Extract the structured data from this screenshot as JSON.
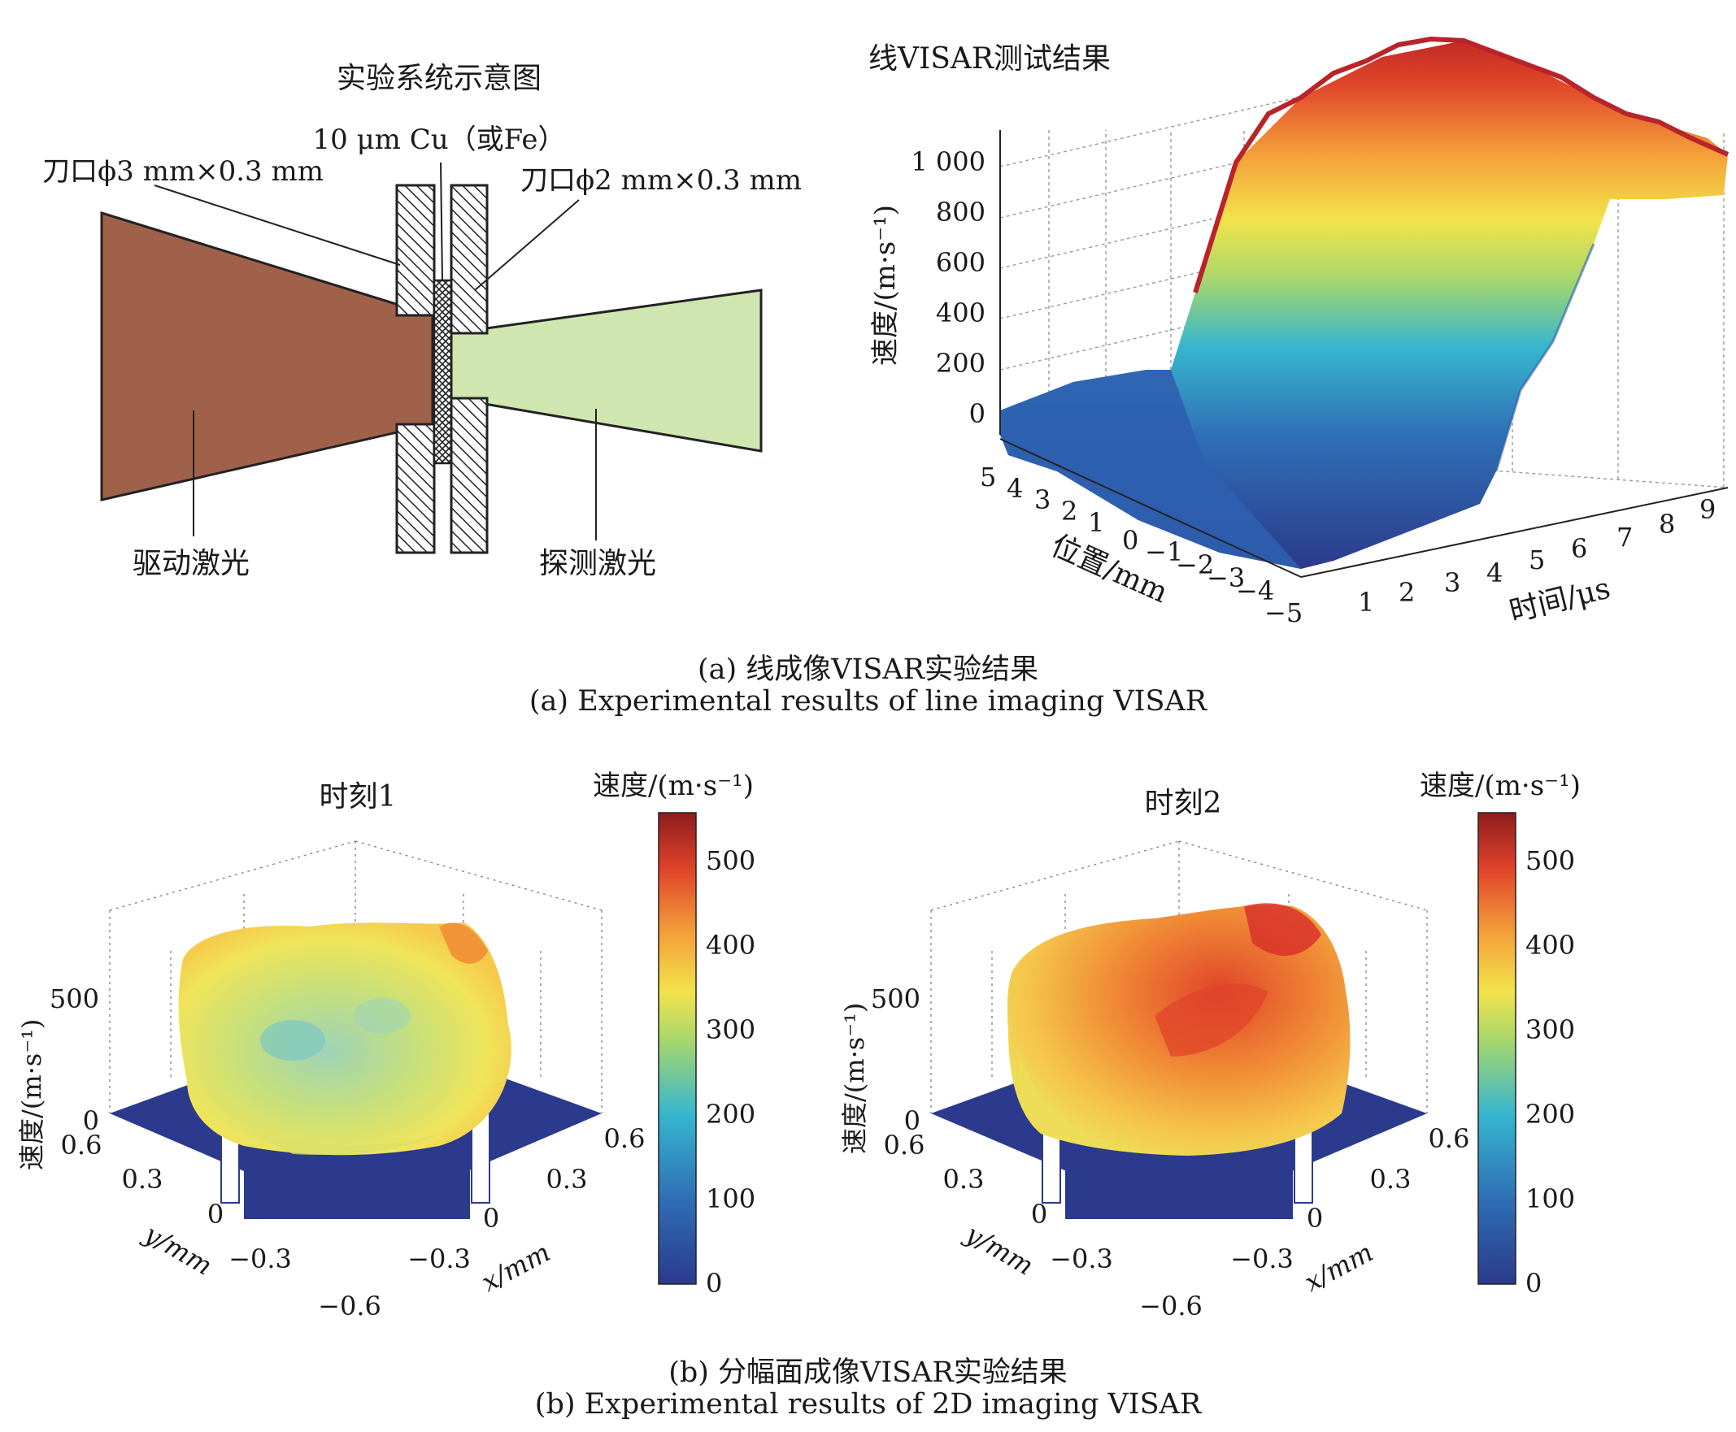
{
  "panel_a": {
    "diagram": {
      "title": "实验系统示意图",
      "sample_label": "10 μm Cu（或Fe）",
      "left_aperture": "刀口ϕ3 mm×0.3 mm",
      "right_aperture": "刀口ϕ2 mm×0.3 mm",
      "drive_laser": "驱动激光",
      "probe_laser": "探测激光",
      "colors": {
        "drive": "#a0614a",
        "probe": "#cfe6b0"
      }
    },
    "plot3d": {
      "title": "线VISAR测试结果",
      "z_label": "速度/(m·s⁻¹)",
      "z_ticks": [
        "0",
        "200",
        "400",
        "600",
        "800",
        "1 000"
      ],
      "pos_label": "位置/mm",
      "pos_ticks": [
        "5",
        "4",
        "3",
        "2",
        "1",
        "0",
        "−1",
        "−2",
        "−3",
        "−4",
        "−5"
      ],
      "time_label": "时间/μs",
      "time_ticks": [
        "1",
        "2",
        "3",
        "4",
        "5",
        "6",
        "7",
        "8",
        "9"
      ]
    },
    "caption_cn": "(a) 线成像VISAR实验结果",
    "caption_en": "(a) Experimental results of line imaging VISAR"
  },
  "panel_b": {
    "frame1": {
      "title": "时刻1",
      "colorbar_title": "速度/(m·s⁻¹)",
      "z_label": "速度/(m·s⁻¹)",
      "z_ticks": [
        "0",
        "500"
      ],
      "y_label": "y/mm",
      "y_ticks": [
        "0.6",
        "0.3",
        "0",
        "−0.3",
        "−0.6"
      ],
      "x_label": "x/mm",
      "x_ticks": [
        "0.6",
        "0.3",
        "0",
        "−0.3"
      ]
    },
    "frame2": {
      "title": "时刻2",
      "colorbar_title": "速度/(m·s⁻¹)",
      "z_label": "速度/(m·s⁻¹)",
      "z_ticks": [
        "0",
        "500"
      ],
      "y_label": "y/mm",
      "y_ticks": [
        "0.6",
        "0.3",
        "0",
        "−0.3",
        "−0.6"
      ],
      "x_label": "x/mm",
      "x_ticks": [
        "0.6",
        "0.3",
        "0",
        "−0.3"
      ]
    },
    "colorbar_ticks": [
      "0",
      "100",
      "200",
      "300",
      "400",
      "500"
    ],
    "caption_cn": "(b) 分幅面成像VISAR实验结果",
    "caption_en": "(b) Experimental results of 2D imaging VISAR"
  },
  "colormap": [
    "#2b3a8c",
    "#2f6fb5",
    "#36b6cf",
    "#a9d76b",
    "#f2e34b",
    "#f4a23a",
    "#e0442a",
    "#8e1c1c"
  ]
}
